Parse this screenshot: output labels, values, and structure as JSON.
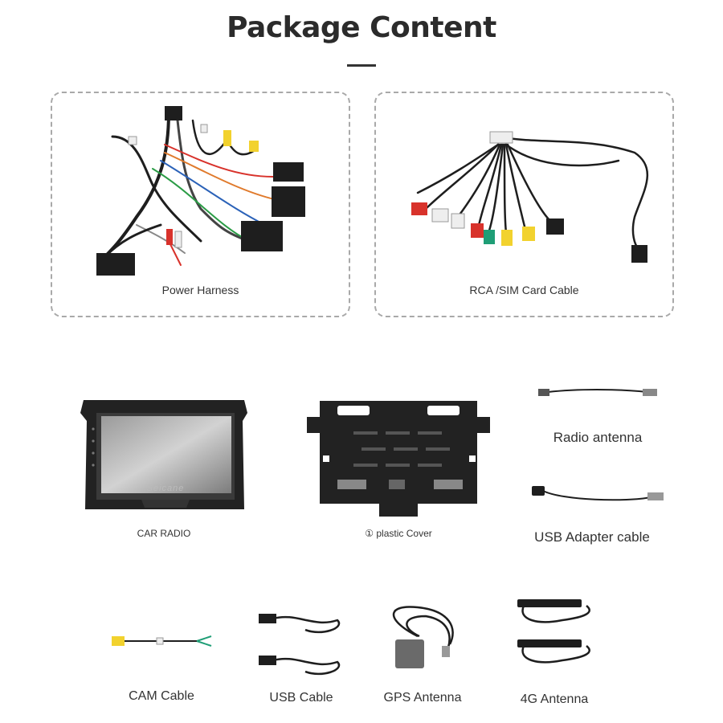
{
  "header": {
    "title": "Package Content"
  },
  "items": {
    "power_harness": {
      "label": "Power Harness"
    },
    "rca_sim_cable": {
      "label": "RCA /SIM Card Cable"
    },
    "car_radio": {
      "label": "CAR RADIO",
      "brand": "Seicane"
    },
    "plastic_cover": {
      "marker": "①",
      "label": "plastic Cover"
    },
    "radio_antenna": {
      "label": "Radio antenna"
    },
    "usb_adapter_cable": {
      "label": "USB Adapter cable"
    },
    "cam_cable": {
      "label": "CAM Cable"
    },
    "usb_cable": {
      "label": "USB Cable"
    },
    "gps_antenna": {
      "label": "GPS Antenna"
    },
    "antenna_4g": {
      "label": "4G Antenna"
    }
  },
  "colors": {
    "cable_black": "#1e1e1e",
    "connector_yellow": "#f2d22e",
    "connector_red": "#d8322b",
    "connector_white": "#eeeeee",
    "connector_green": "#1f9e76",
    "wire_orange": "#e07a2c",
    "frame_black": "#222222"
  }
}
